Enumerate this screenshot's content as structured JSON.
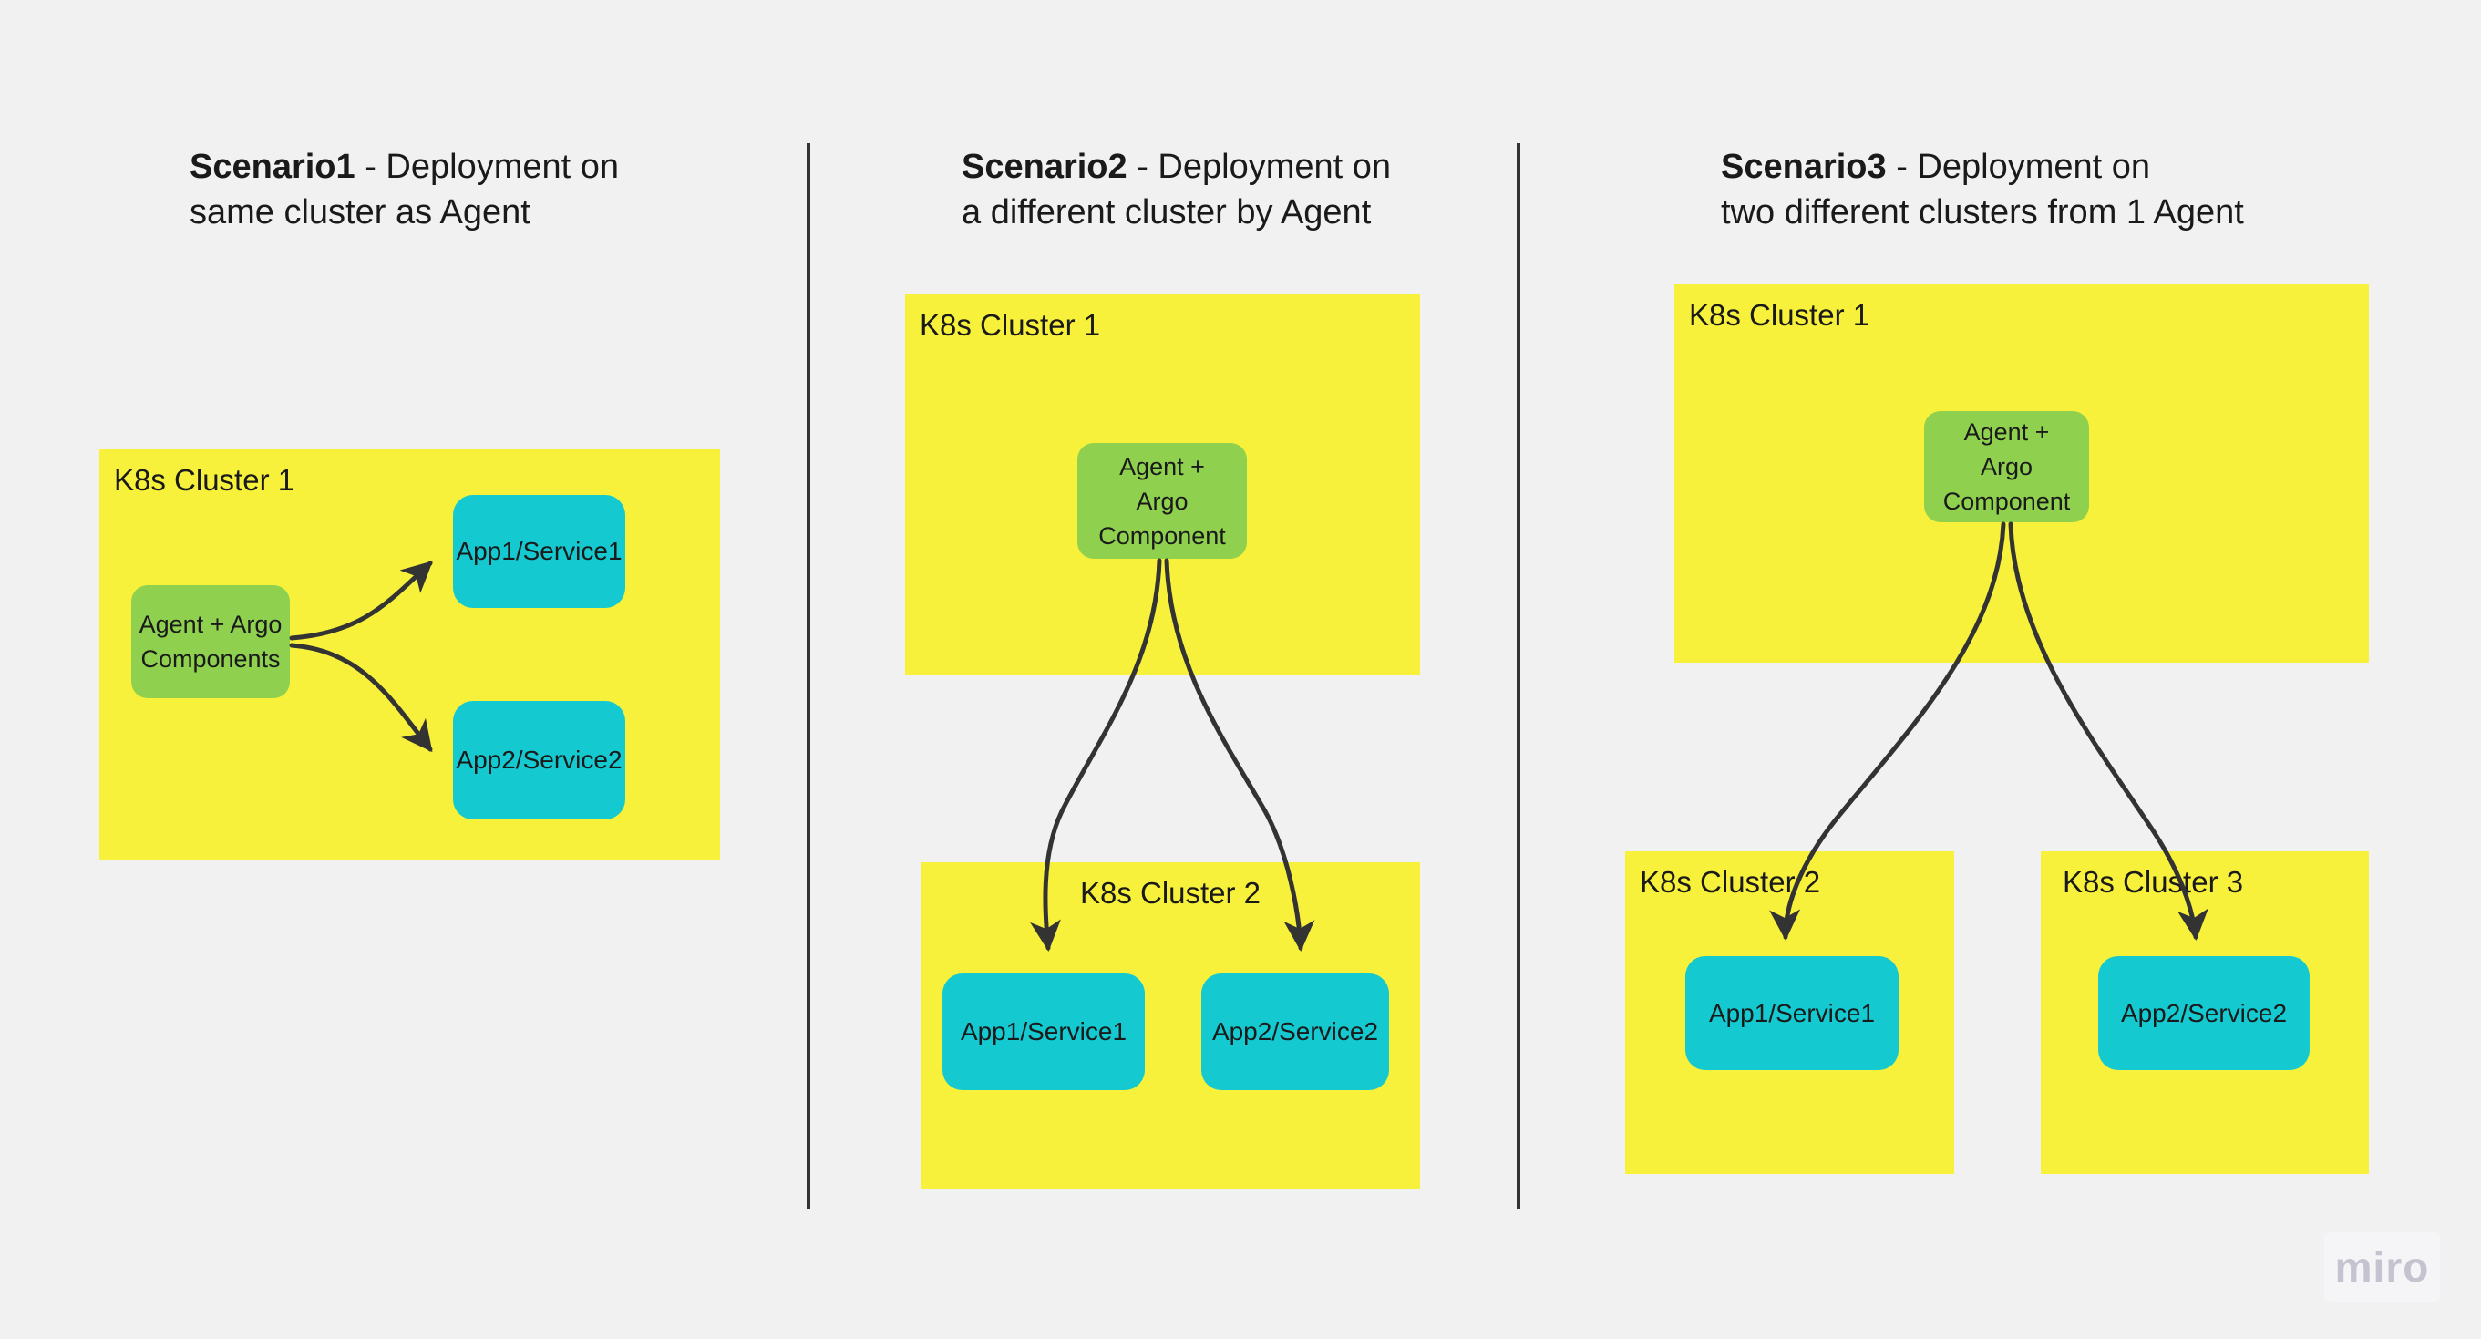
{
  "colors": {
    "background": "#f1f1f2",
    "cluster_yellow": "#f8f13c",
    "agent_green": "#8fd14f",
    "app_cyan": "#14c9d0",
    "connector": "#333333",
    "text": "#1a1a1a",
    "watermark_text": "#c4c3cf"
  },
  "scenario1": {
    "title": {
      "name": "Scenario1",
      "rest": " - Deployment on",
      "line2": "same cluster as Agent"
    },
    "cluster1_label": "K8s Cluster 1",
    "agent_lines": {
      "l1": "Agent + Argo",
      "l2": "Components"
    },
    "app1_label": "App1/Service1",
    "app2_label": "App2/Service2"
  },
  "scenario2": {
    "title": {
      "name": "Scenario2",
      "rest": " - Deployment on",
      "line2": "a different cluster by Agent"
    },
    "cluster1_label": "K8s Cluster 1",
    "agent_lines": {
      "l1": "Agent +",
      "l2": "Argo",
      "l3": "Component"
    },
    "cluster2_label": "K8s Cluster 2",
    "app1_label": "App1/Service1",
    "app2_label": "App2/Service2"
  },
  "scenario3": {
    "title": {
      "name": "Scenario3",
      "rest": " - Deployment on",
      "line2": "two different clusters from 1 Agent"
    },
    "cluster1_label": "K8s Cluster 1",
    "agent_lines": {
      "l1": "Agent +",
      "l2": "Argo",
      "l3": "Component"
    },
    "cluster2_label": "K8s Cluster 2",
    "cluster3_label": "K8s Cluster 3",
    "app1_label": "App1/Service1",
    "app2_label": "App2/Service2"
  },
  "watermark": {
    "label": "miro"
  }
}
